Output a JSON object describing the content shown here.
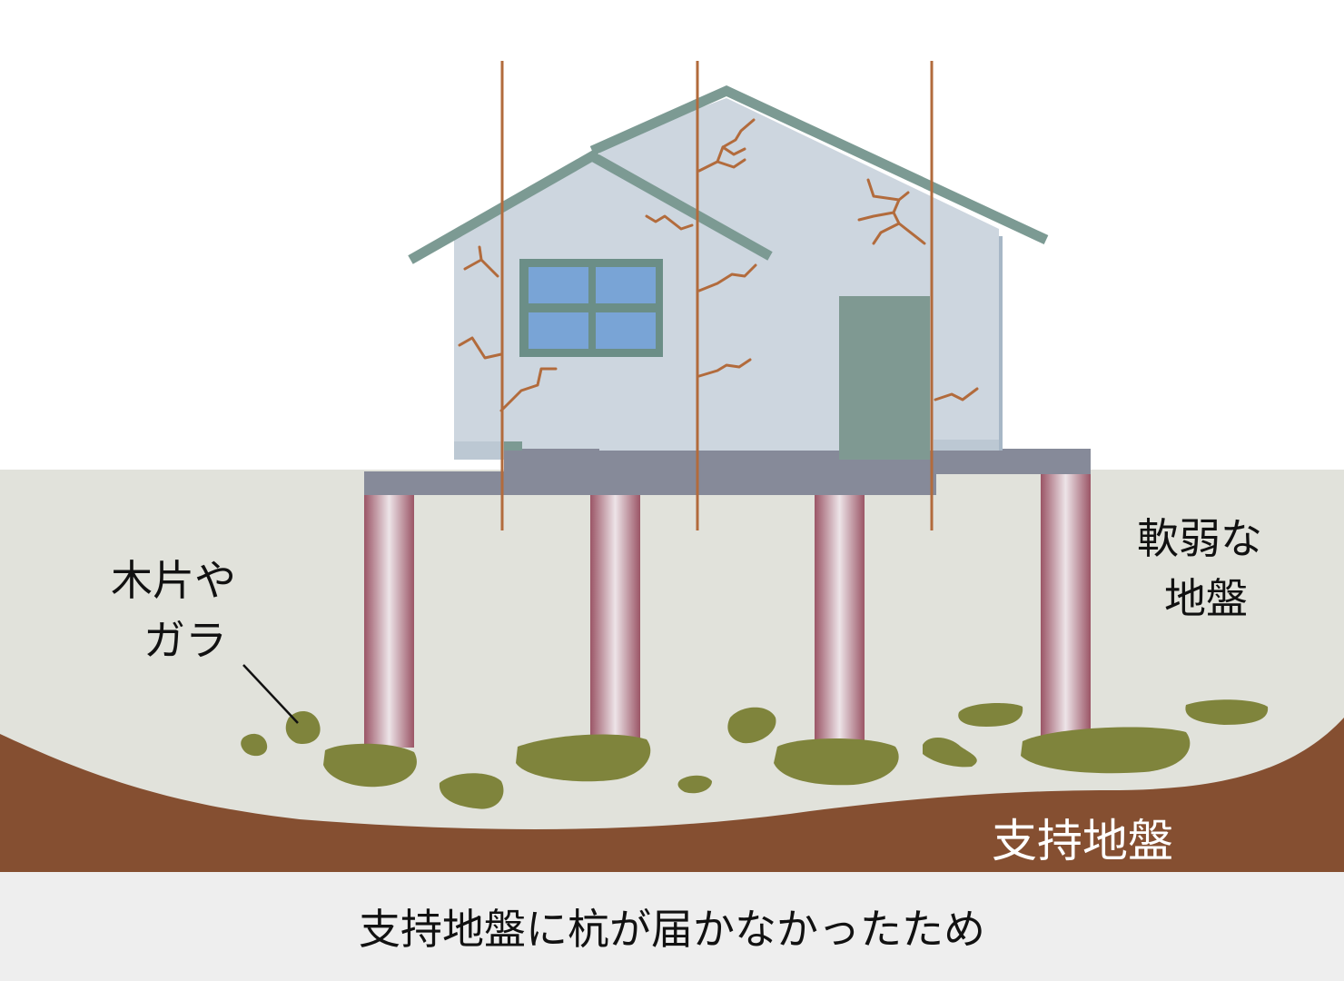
{
  "labels": {
    "debris_line1": "木片や",
    "debris_line2": "ガラ",
    "soft_ground_line1": "軟弱な",
    "soft_ground_line2": "地盤",
    "bearing_layer": "支持地盤"
  },
  "caption": "支持地盤に杭が届かなかったため",
  "colors": {
    "sky": "#ffffff",
    "soft_ground": "#e1e2db",
    "bearing_layer": "#854f31",
    "debris": "#7f843c",
    "pile_edge": "#9b5566",
    "pile_highlight": "#ede4e8",
    "foundation": "#868a99",
    "wall": "#cdd6df",
    "roof": "#7c9a93",
    "window_glass": "#79a4d6",
    "window_frame": "#6b8e87",
    "door": "#7f9992",
    "crack": "#b26b3c",
    "caption_bar": "#eeeeee"
  }
}
